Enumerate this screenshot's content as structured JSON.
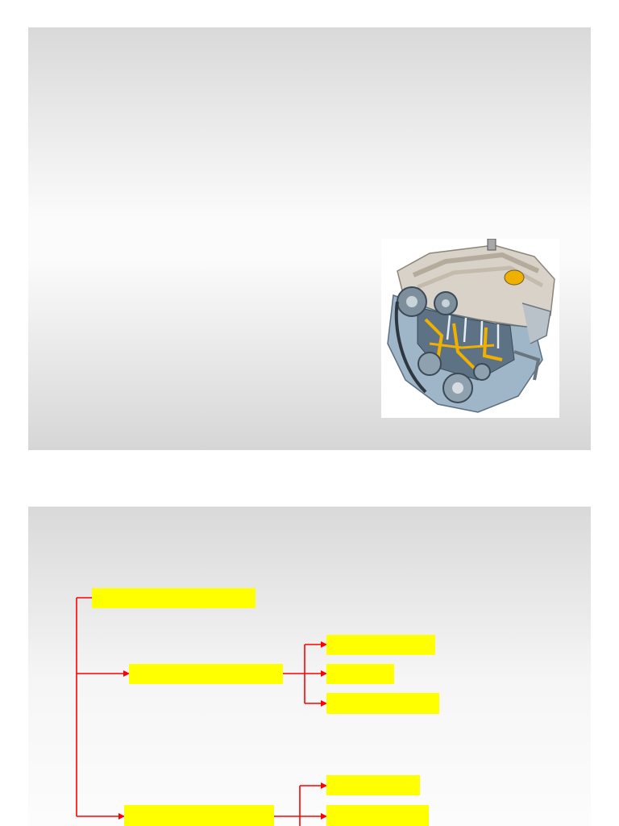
{
  "slides": [
    {
      "image": {
        "subject": "engine-cutaway",
        "colors": {
          "body": "#d8d2c8",
          "accent": "#f0b000",
          "metal": "#8aa4b8"
        }
      }
    },
    {
      "diagram": {
        "colors": {
          "box": "#ffff00",
          "connector": "#ff0000"
        },
        "boxes": [
          {
            "id": "root",
            "label": ""
          },
          {
            "id": "mid-1",
            "label": ""
          },
          {
            "id": "child-1a",
            "label": ""
          },
          {
            "id": "child-1b",
            "label": ""
          },
          {
            "id": "child-1c",
            "label": ""
          },
          {
            "id": "mid-2",
            "label": ""
          },
          {
            "id": "child-2a",
            "label": ""
          },
          {
            "id": "child-2b",
            "label": ""
          }
        ]
      }
    }
  ]
}
